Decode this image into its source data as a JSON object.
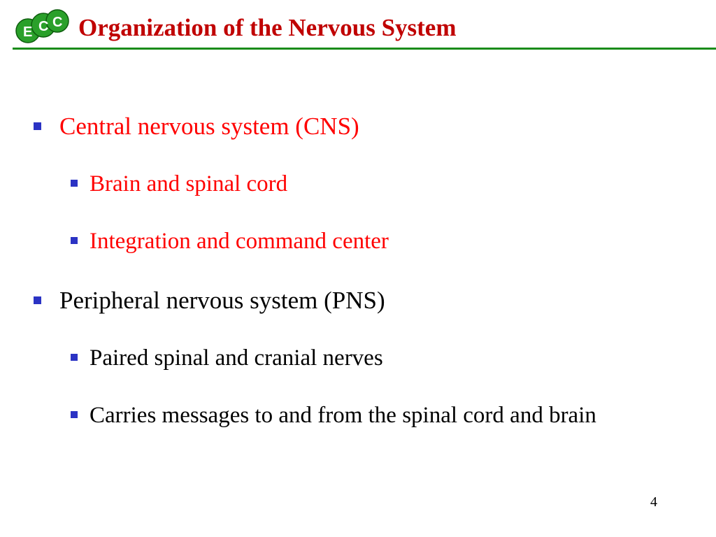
{
  "slide": {
    "title": "Organization of the Nervous System",
    "logo_text": "ECC",
    "page_number": "4",
    "accent_color": "#1a8c1a",
    "title_color": "#c00000",
    "bullet_color": "#2b33c4"
  },
  "bullets": [
    {
      "level": 1,
      "text": "Central nervous system (CNS)",
      "color": "#ff0000"
    },
    {
      "level": 2,
      "text": "Brain and spinal cord",
      "color": "#ff0000"
    },
    {
      "level": 2,
      "text": "Integration and command center",
      "color": "#ff0000"
    },
    {
      "level": 1,
      "text": "Peripheral nervous system (PNS)",
      "color": "#000000"
    },
    {
      "level": 2,
      "text": "Paired spinal and cranial nerves",
      "color": "#000000"
    },
    {
      "level": 2,
      "text": "Carries messages to and from the spinal cord and brain",
      "color": "#000000"
    }
  ]
}
